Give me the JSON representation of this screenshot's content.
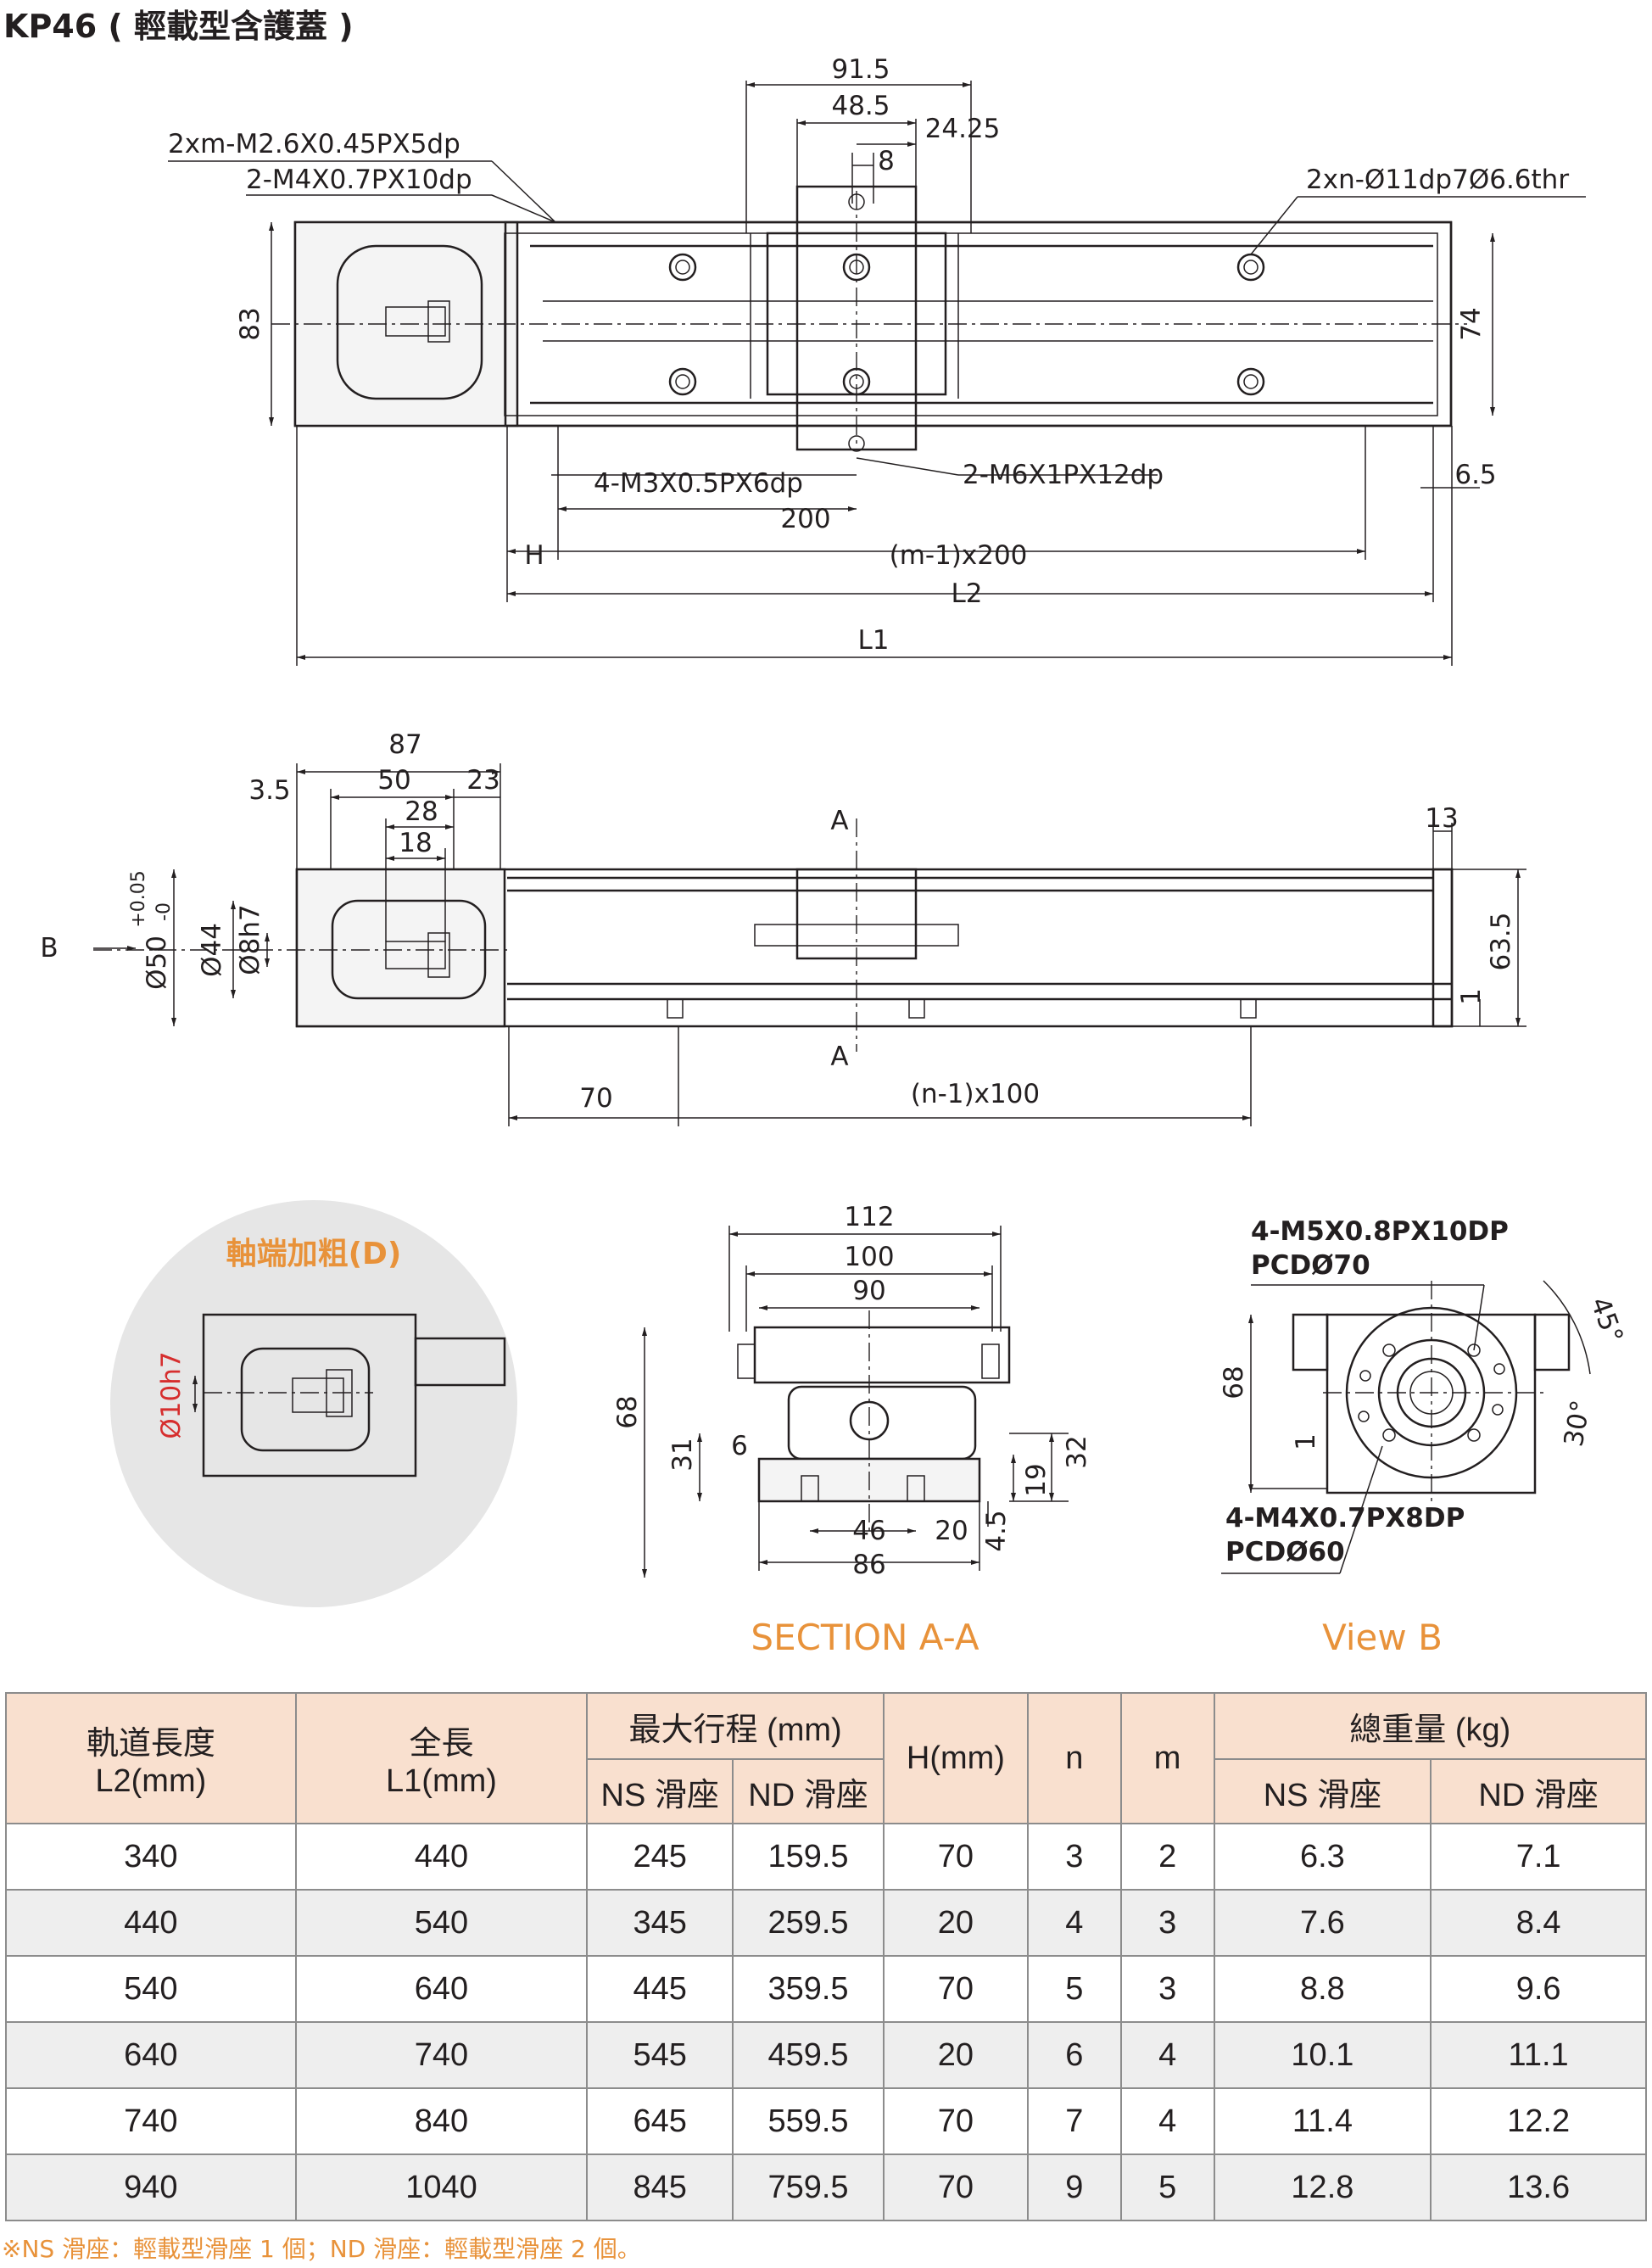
{
  "title": "KP46 ( 輕載型含護蓋 )",
  "top_view": {
    "d_91_5": "91.5",
    "d_48_5": "48.5",
    "d_24_25": "24.25",
    "d_8": "8",
    "note_m26": "2xm-M2.6X0.45PX5dp",
    "note_m4": "2-M4X0.7PX10dp",
    "note_thr": "2xn-Ø11dp7Ø6.6thr",
    "d_83": "83",
    "d_74": "74",
    "note_m3": "4-M3X0.5PX6dp",
    "note_m6": "2-M6X1PX12dp",
    "d_200": "200",
    "d_6_5": "6.5",
    "d_H": "H",
    "d_m200": "(m-1)x200",
    "d_L2": "L2",
    "d_L1": "L1"
  },
  "side_view": {
    "d_87": "87",
    "d_50": "50",
    "d_23": "23",
    "d_3_5": "3.5",
    "d_28": "28",
    "d_18": "18",
    "d_13": "13",
    "sec_a": "A",
    "view_b": "B",
    "d_phi50": "Ø50",
    "tol_up": "+0.05",
    "tol_dn": "-0",
    "d_phi44": "Ø44",
    "d_phi8": "Ø8h7",
    "d_63_5": "63.5",
    "d_1": "1",
    "d_70": "70",
    "d_n100": "(n-1)x100"
  },
  "detail": {
    "title": "軸端加粗(D)",
    "d_phi10": "Ø10h7"
  },
  "section": {
    "title": "SECTION A-A",
    "d_112": "112",
    "d_100": "100",
    "d_90": "90",
    "d_68": "68",
    "d_31": "31",
    "d_6": "6",
    "d_32": "32",
    "d_19": "19",
    "d_46": "46",
    "d_20": "20",
    "d_4_5": "4.5",
    "d_86": "86"
  },
  "view_b": {
    "title": "View B",
    "note1": "4-M5X0.8PX10DP",
    "note1b": "PCDØ70",
    "note2": "4-M4X0.7PX8DP",
    "note2b": "PCDØ60",
    "d_68": "68",
    "d_1": "1",
    "a45": "45°",
    "a30": "30°"
  },
  "table": {
    "h_l2": "軌道長度",
    "h_l2u": "L2(mm)",
    "h_l1": "全長",
    "h_l1u": "L1(mm)",
    "h_stroke": "最大行程 (mm)",
    "h_ns": "NS 滑座",
    "h_nd": "ND 滑座",
    "h_h": "H(mm)",
    "h_n": "n",
    "h_m": "m",
    "h_weight": "總重量 (kg)",
    "h_wns": "NS 滑座",
    "h_wnd": "ND 滑座",
    "rows": [
      [
        "340",
        "440",
        "245",
        "159.5",
        "70",
        "3",
        "2",
        "6.3",
        "7.1"
      ],
      [
        "440",
        "540",
        "345",
        "259.5",
        "20",
        "4",
        "3",
        "7.6",
        "8.4"
      ],
      [
        "540",
        "640",
        "445",
        "359.5",
        "70",
        "5",
        "3",
        "8.8",
        "9.6"
      ],
      [
        "640",
        "740",
        "545",
        "459.5",
        "20",
        "6",
        "4",
        "10.1",
        "11.1"
      ],
      [
        "740",
        "840",
        "645",
        "559.5",
        "70",
        "7",
        "4",
        "11.4",
        "12.2"
      ],
      [
        "940",
        "1040",
        "845",
        "759.5",
        "70",
        "9",
        "5",
        "12.8",
        "13.6"
      ]
    ]
  },
  "footnote": "※NS 滑座：輕載型滑座 1 個；ND 滑座：輕載型滑座 2 個。",
  "colors": {
    "accent": "#e8923a",
    "header_bg": "#f9e0cf",
    "row_alt": "#eeeeee"
  }
}
